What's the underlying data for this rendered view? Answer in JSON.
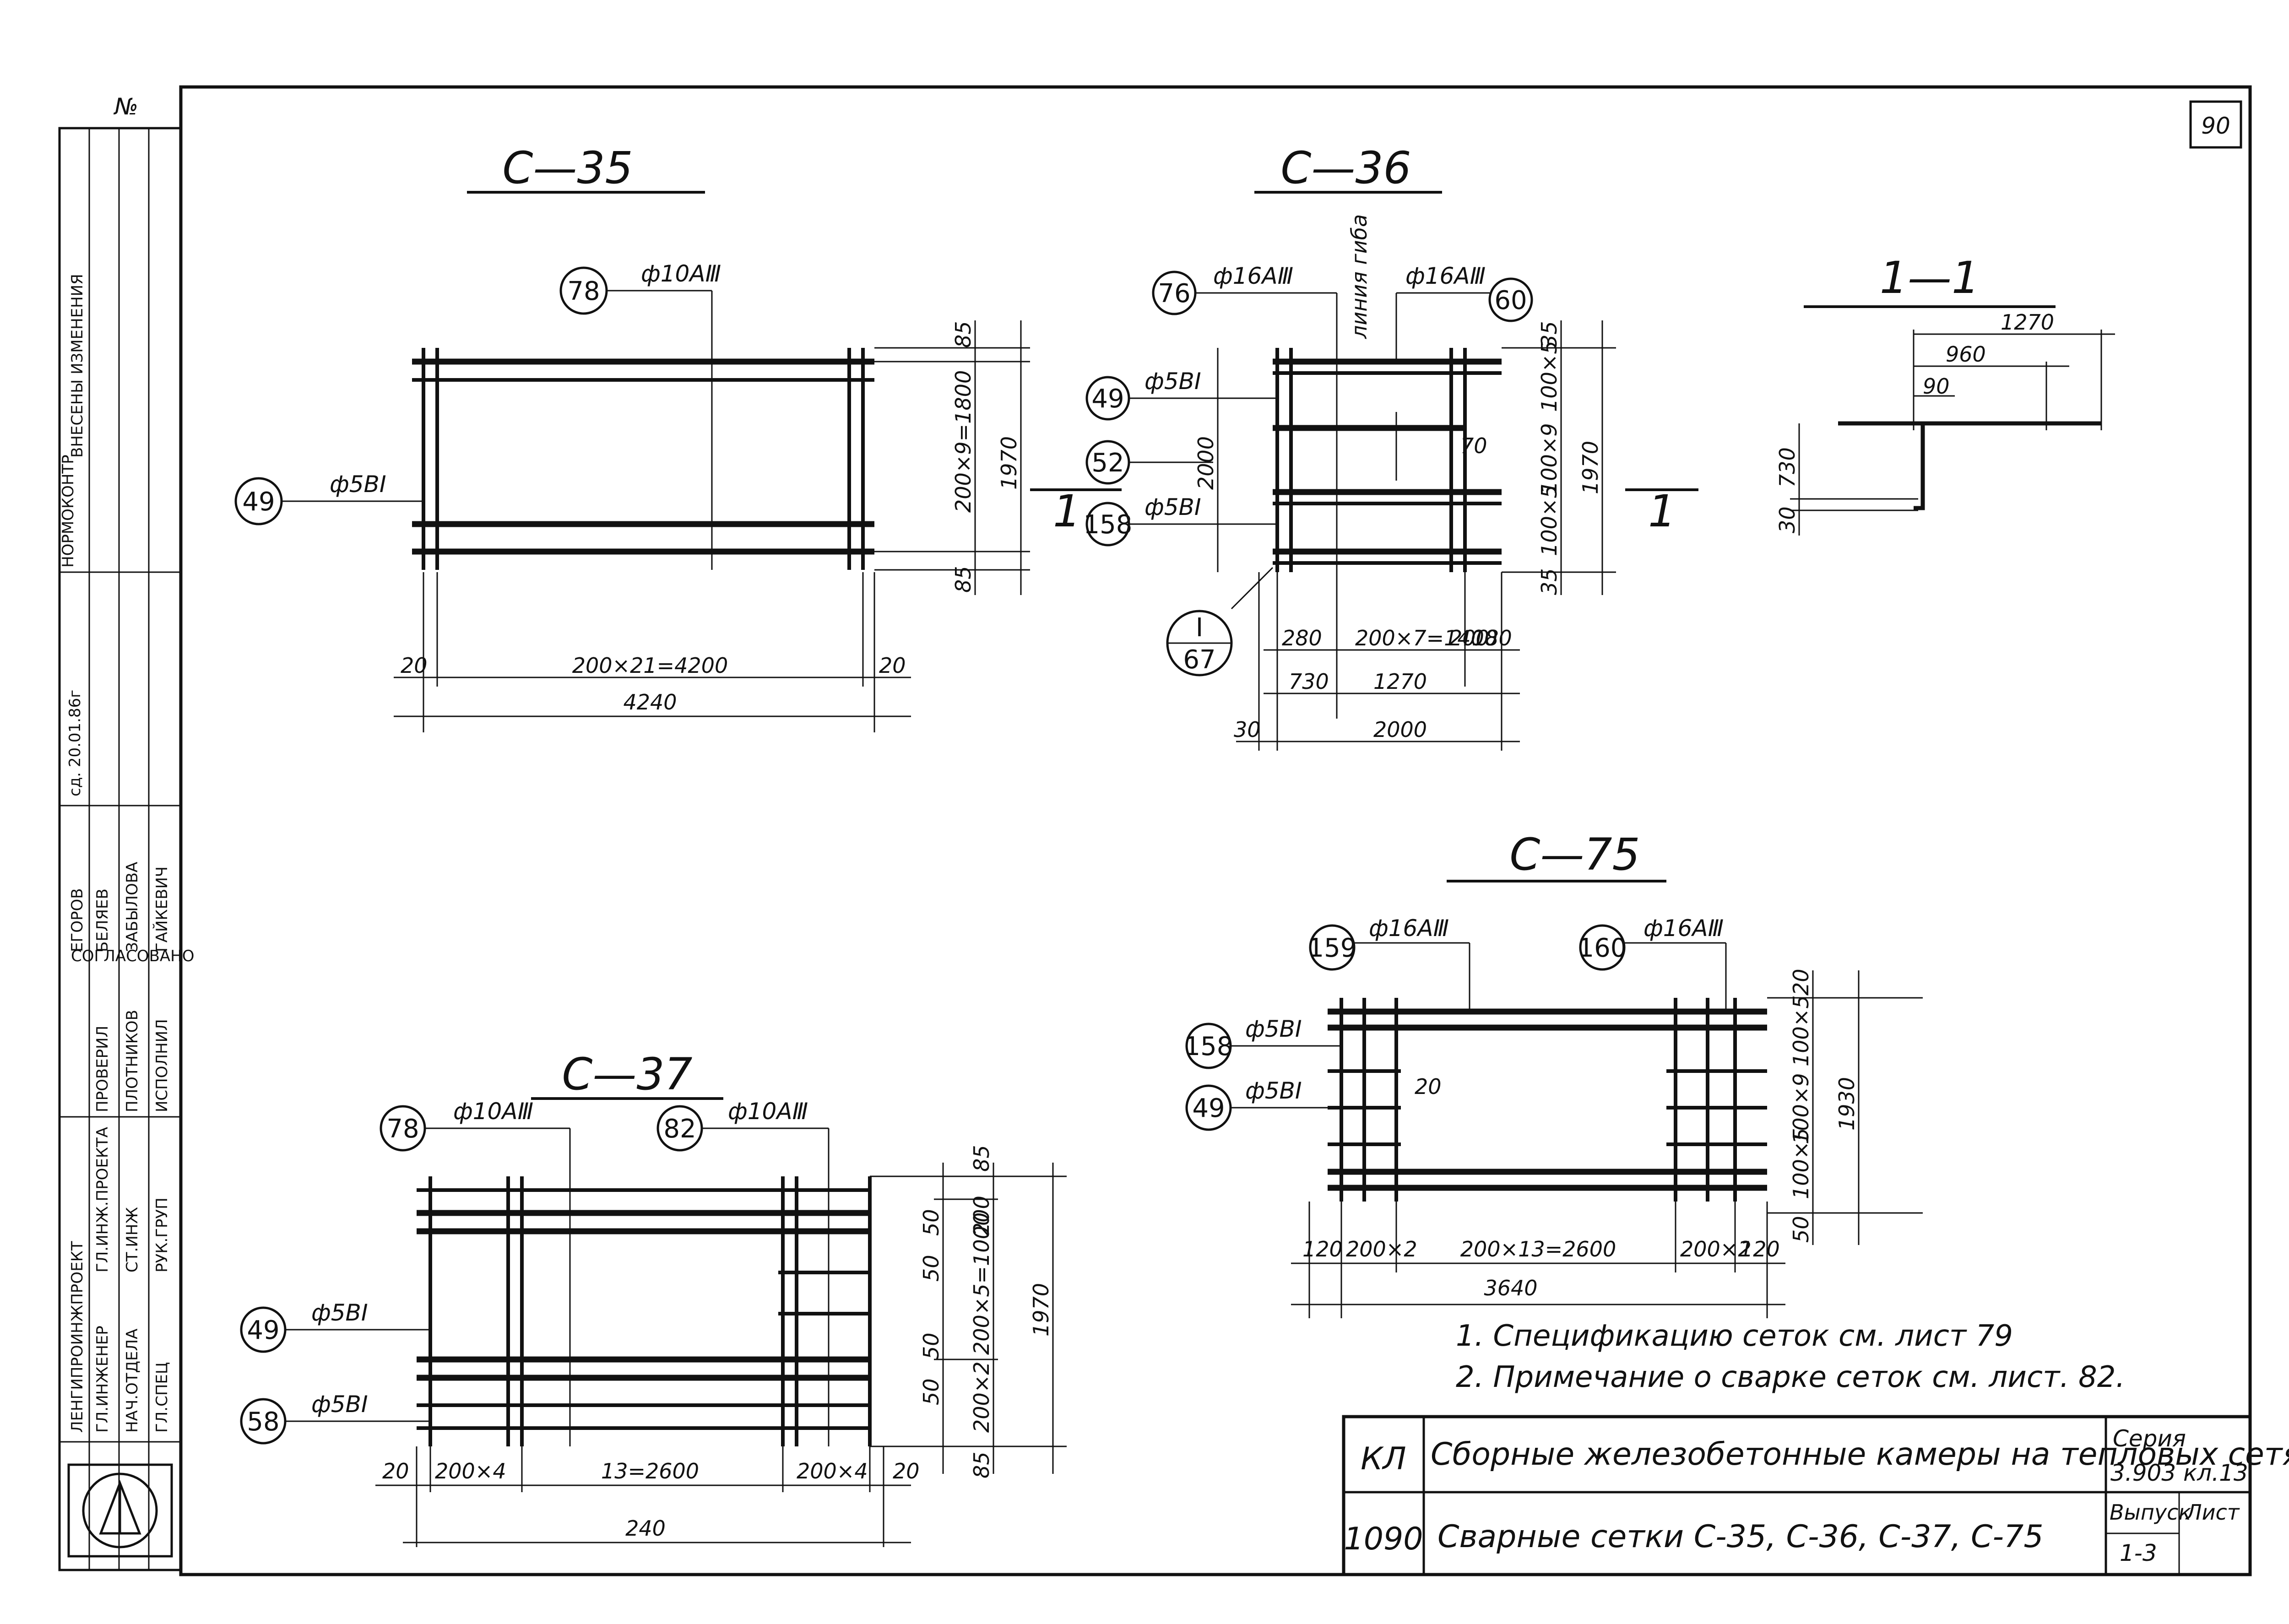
{
  "sheet": {
    "page_number": "90",
    "corner_mark": "№"
  },
  "views": {
    "c35": {
      "title": "С—35",
      "mark_78": "78",
      "label_78": "ф10АⅢ",
      "mark_49": "49",
      "label_49": "ф5ВⅠ",
      "dim_top": "85",
      "dim_bottom": "85",
      "dim_mid": "200×9=1800",
      "dim_total_v": "1970",
      "dim_left": "20",
      "dim_right": "20",
      "dim_span": "200×21=4200",
      "dim_total_h": "4240"
    },
    "c36": {
      "title": "С—36",
      "mark_76": "76",
      "label_76": "ф16АⅢ",
      "mark_60": "60",
      "label_60": "ф16АⅢ",
      "bend_line": "линия гиба",
      "mark_49": "49",
      "label_49": "ф5ВⅠ",
      "mark_52": "52",
      "mark_158": "158",
      "label_158": "ф5ВⅠ",
      "height": "2000",
      "dim_35_top": "35",
      "dim_100x5_top": "100×5",
      "dim_100x9": "100×9",
      "dim_100x5_bot": "100×5",
      "dim_35_bot": "35",
      "dim_total_v": "1970",
      "dim_70": "70",
      "section_mark": "1",
      "callout_num": "I",
      "callout_sheet": "67",
      "dim_280": "280",
      "dim_200x7": "200×7=1400",
      "dim_200": "200",
      "dim_180": "180",
      "dim_730": "730",
      "dim_1270": "1270",
      "dim_30": "30",
      "dim_2000": "2000"
    },
    "sec11": {
      "title": "1—1",
      "dim_1270": "1270",
      "dim_960": "960",
      "dim_90": "90",
      "dim_730": "730",
      "dim_30": "30"
    },
    "c37": {
      "title": "С—37",
      "mark_78": "78",
      "label_78": "ф10АⅢ",
      "mark_82": "82",
      "label_82": "ф10АⅢ",
      "mark_49": "49",
      "label_49": "ф5ВⅠ",
      "mark_58": "58",
      "label_58": "ф5ВⅠ",
      "dim_85_top": "85",
      "dim_200_top": "200",
      "dim_200x5": "200×5=1000",
      "dim_200x2": "200×2",
      "dim_85_bot": "85",
      "dim_total_v": "1970",
      "dim_50a": "50",
      "dim_50b": "50",
      "dim_50c": "50",
      "dim_50d": "50",
      "dim_20l": "20",
      "dim_200x4l": "200×4",
      "dim_mid": "13=2600",
      "dim_200x4r": "200×4",
      "dim_20r": "20",
      "dim_total_h": "240"
    },
    "c75": {
      "title": "С—75",
      "mark_159": "159",
      "label_159": "ф16АⅢ",
      "mark_160": "160",
      "label_160": "ф16АⅢ",
      "mark_158": "158",
      "label_158": "ф5ВⅠ",
      "mark_49": "49",
      "label_49": "ф5ВⅠ",
      "dim_20_top": "20",
      "dim_100x5_top": "100×5",
      "dim_100x9": "100×9",
      "dim_100x5_bot": "100×5",
      "dim_50": "50",
      "dim_total_v": "1930",
      "dim_20_inner": "20",
      "dim_120l": "120",
      "dim_200x2l": "200×2",
      "dim_mid": "200×13=2600",
      "dim_200x2r": "200×2",
      "dim_120r": "120",
      "dim_total_h": "3640"
    }
  },
  "notes": [
    "1. Спецификацию сеток см. лист 79",
    "2. Примечание о сварке сеток см. лист. 82."
  ],
  "title_block": {
    "code_top": "КЛ",
    "code_bottom": "1090",
    "project_title": "Сборные железобетонные камеры на тепловых сетях",
    "drawing_title": "Сварные сетки С-35, С-36, С-37, С-75",
    "series_label": "Серия",
    "series_value": "3.903 кл.13",
    "issue_label": "Выпуск",
    "issue_value": "1-3",
    "sheet_label": "Лист"
  },
  "side_block": {
    "org": "ЛЕНГИПРОИНЖПРОЕКТ",
    "approved": "СОГЛАСОВАНО",
    "changes": "ВНЕСЕНЫ ИЗМЕНЕНИЯ",
    "normcontrol": "НОРМОКОНТР",
    "roles": [
      "ГЛ.ИНЖЕНЕР",
      "ГЛ.ИНЖ.ПРОЕКТА",
      "НАЧ.ОТДЕЛА",
      "СТ.ИНЖ",
      "ГЛ.СПЕЦ",
      "РУК.ГРУП",
      "ПРОВЕРИЛ",
      "ИСПОЛНИЛ"
    ],
    "names": [
      "ЕГОРОВ",
      "БЕЛЯЕВ",
      "ЗАБЫЛОВА",
      "ГАЙКЕВИЧ",
      "ПЛОТНИКОВ"
    ],
    "date_note": "сд. 20.01.86г"
  },
  "colors": {
    "ink": "#111111",
    "paper": "#ffffff"
  }
}
